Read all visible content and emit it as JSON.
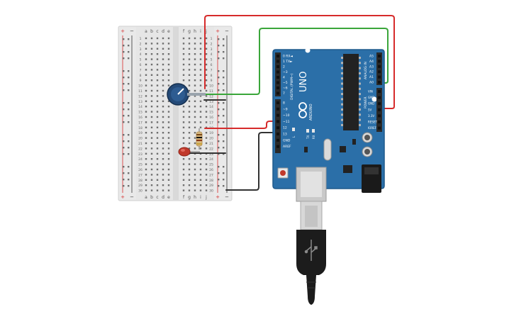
{
  "breadboard": {
    "rail_plus": "+",
    "rail_minus": "−",
    "cols_left": [
      "a",
      "b",
      "c",
      "d",
      "e"
    ],
    "cols_right": [
      "f",
      "g",
      "h",
      "i",
      "j"
    ],
    "rows": [
      "1",
      "2",
      "3",
      "4",
      "5",
      "6",
      "7",
      "8",
      "9",
      "10",
      "11",
      "12",
      "13",
      "14",
      "15",
      "16",
      "17",
      "18",
      "19",
      "20",
      "21",
      "22",
      "23",
      "24",
      "25",
      "26",
      "27",
      "28",
      "29",
      "30"
    ]
  },
  "arduino": {
    "model": "UNO",
    "brand": "ARDUINO",
    "digital_label": "DIGITAL (PWM~)",
    "analog_label": "ANALOG IN",
    "power_label": "POWER",
    "digital_pins": [
      "0 RX◄",
      "1 TX►",
      "2",
      "~3",
      "4",
      "~5",
      "~6",
      "7",
      "8",
      "~9",
      "~10",
      "~11",
      "12",
      "13",
      "GND",
      "AREF"
    ],
    "analog_pins": [
      "A5",
      "A4",
      "A3",
      "A2",
      "A1",
      "A0"
    ],
    "power_pins": [
      "VIN",
      "GND",
      "GND",
      "5V",
      "3.3V",
      "RESET",
      "IOREF"
    ],
    "tx_label": "TX",
    "rx_label": "RX",
    "l_label": "L"
  },
  "colors": {
    "board": "#2b6fa8",
    "board_edge": "#1f5a8c",
    "header": "#2a2a2a",
    "wire_red": "#d62b2b",
    "wire_green": "#3aa63a",
    "wire_black": "#333333",
    "breadboard": "#e9e9e9",
    "led": "#c0392b",
    "pot_knob": "#1f3f66"
  }
}
